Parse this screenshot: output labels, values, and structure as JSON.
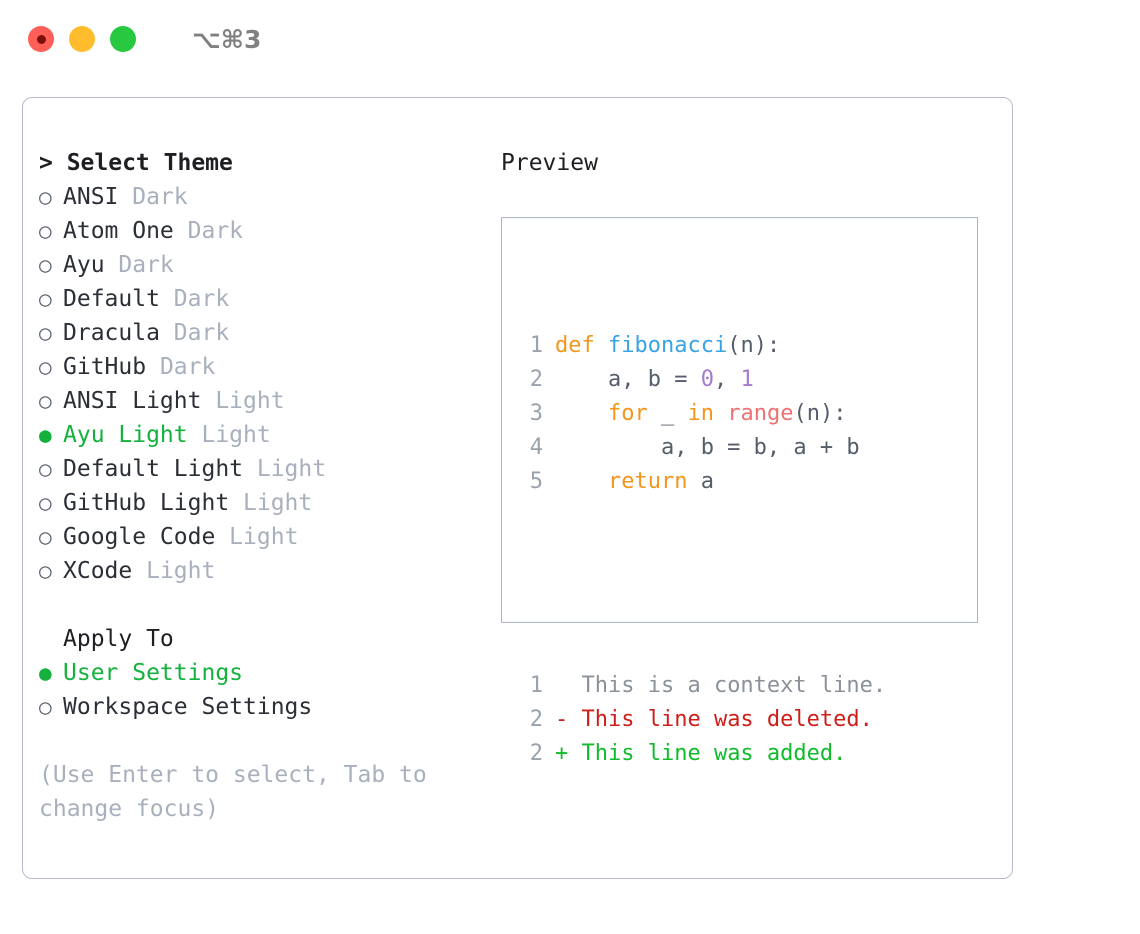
{
  "titlebar": {
    "shortcut": "⌥⌘3",
    "buttons": [
      "close",
      "minimize",
      "maximize"
    ]
  },
  "theme_section": {
    "header": "> Select Theme",
    "items": [
      {
        "marker": "○",
        "label": "ANSI",
        "variant": "Dark",
        "selected": false
      },
      {
        "marker": "○",
        "label": "Atom One",
        "variant": "Dark",
        "selected": false
      },
      {
        "marker": "○",
        "label": "Ayu",
        "variant": "Dark",
        "selected": false
      },
      {
        "marker": "○",
        "label": "Default",
        "variant": "Dark",
        "selected": false
      },
      {
        "marker": "○",
        "label": "Dracula",
        "variant": "Dark",
        "selected": false
      },
      {
        "marker": "○",
        "label": "GitHub",
        "variant": "Dark",
        "selected": false
      },
      {
        "marker": "○",
        "label": "ANSI Light",
        "variant": "Light",
        "selected": false
      },
      {
        "marker": "●",
        "label": "Ayu Light",
        "variant": "Light",
        "selected": true
      },
      {
        "marker": "○",
        "label": "Default Light",
        "variant": "Light",
        "selected": false
      },
      {
        "marker": "○",
        "label": "GitHub Light",
        "variant": "Light",
        "selected": false
      },
      {
        "marker": "○",
        "label": "Google Code",
        "variant": "Light",
        "selected": false
      },
      {
        "marker": "○",
        "label": "XCode",
        "variant": "Light",
        "selected": false
      }
    ]
  },
  "apply_section": {
    "header": "Apply To",
    "items": [
      {
        "marker": "●",
        "label": "User Settings",
        "selected": true
      },
      {
        "marker": "○",
        "label": "Workspace Settings",
        "selected": false
      }
    ]
  },
  "hint": "(Use Enter to select, Tab to change focus)",
  "preview": {
    "title": "Preview",
    "code_lines": [
      {
        "num": "1",
        "tokens": [
          {
            "t": "def ",
            "c": "keyword"
          },
          {
            "t": "fibonacci",
            "c": "func"
          },
          {
            "t": "(n):",
            "c": "plain"
          }
        ]
      },
      {
        "num": "2",
        "tokens": [
          {
            "t": "    a, b = ",
            "c": "plain"
          },
          {
            "t": "0",
            "c": "num"
          },
          {
            "t": ", ",
            "c": "plain"
          },
          {
            "t": "1",
            "c": "num"
          }
        ]
      },
      {
        "num": "3",
        "tokens": [
          {
            "t": "    ",
            "c": "plain"
          },
          {
            "t": "for",
            "c": "keyword"
          },
          {
            "t": " _ ",
            "c": "plain"
          },
          {
            "t": "in",
            "c": "keyword"
          },
          {
            "t": " ",
            "c": "plain"
          },
          {
            "t": "range",
            "c": "builtin"
          },
          {
            "t": "(n):",
            "c": "plain"
          }
        ]
      },
      {
        "num": "4",
        "tokens": [
          {
            "t": "        a, b = b, a + b",
            "c": "plain"
          }
        ]
      },
      {
        "num": "5",
        "tokens": [
          {
            "t": "    ",
            "c": "plain"
          },
          {
            "t": "return",
            "c": "keyword"
          },
          {
            "t": " a",
            "c": "plain"
          }
        ]
      }
    ],
    "diff_lines": [
      {
        "num": "1",
        "sign": " ",
        "text": " This is a context line.",
        "kind": "context"
      },
      {
        "num": "2",
        "sign": "-",
        "text": " This line was deleted.",
        "kind": "deleted"
      },
      {
        "num": "2",
        "sign": "+",
        "text": " This line was added.",
        "kind": "added"
      }
    ]
  },
  "colors": {
    "selected_green": "#14b23c",
    "muted_gray": "#a8b0bd",
    "keyword_orange": "#f2961e",
    "function_blue": "#3aa3e3",
    "builtin_red": "#f07171",
    "number_purple": "#a37acc",
    "diff_deleted": "#cc1f1a",
    "diff_added": "#12bb2c",
    "border": "#b6bdc9"
  }
}
